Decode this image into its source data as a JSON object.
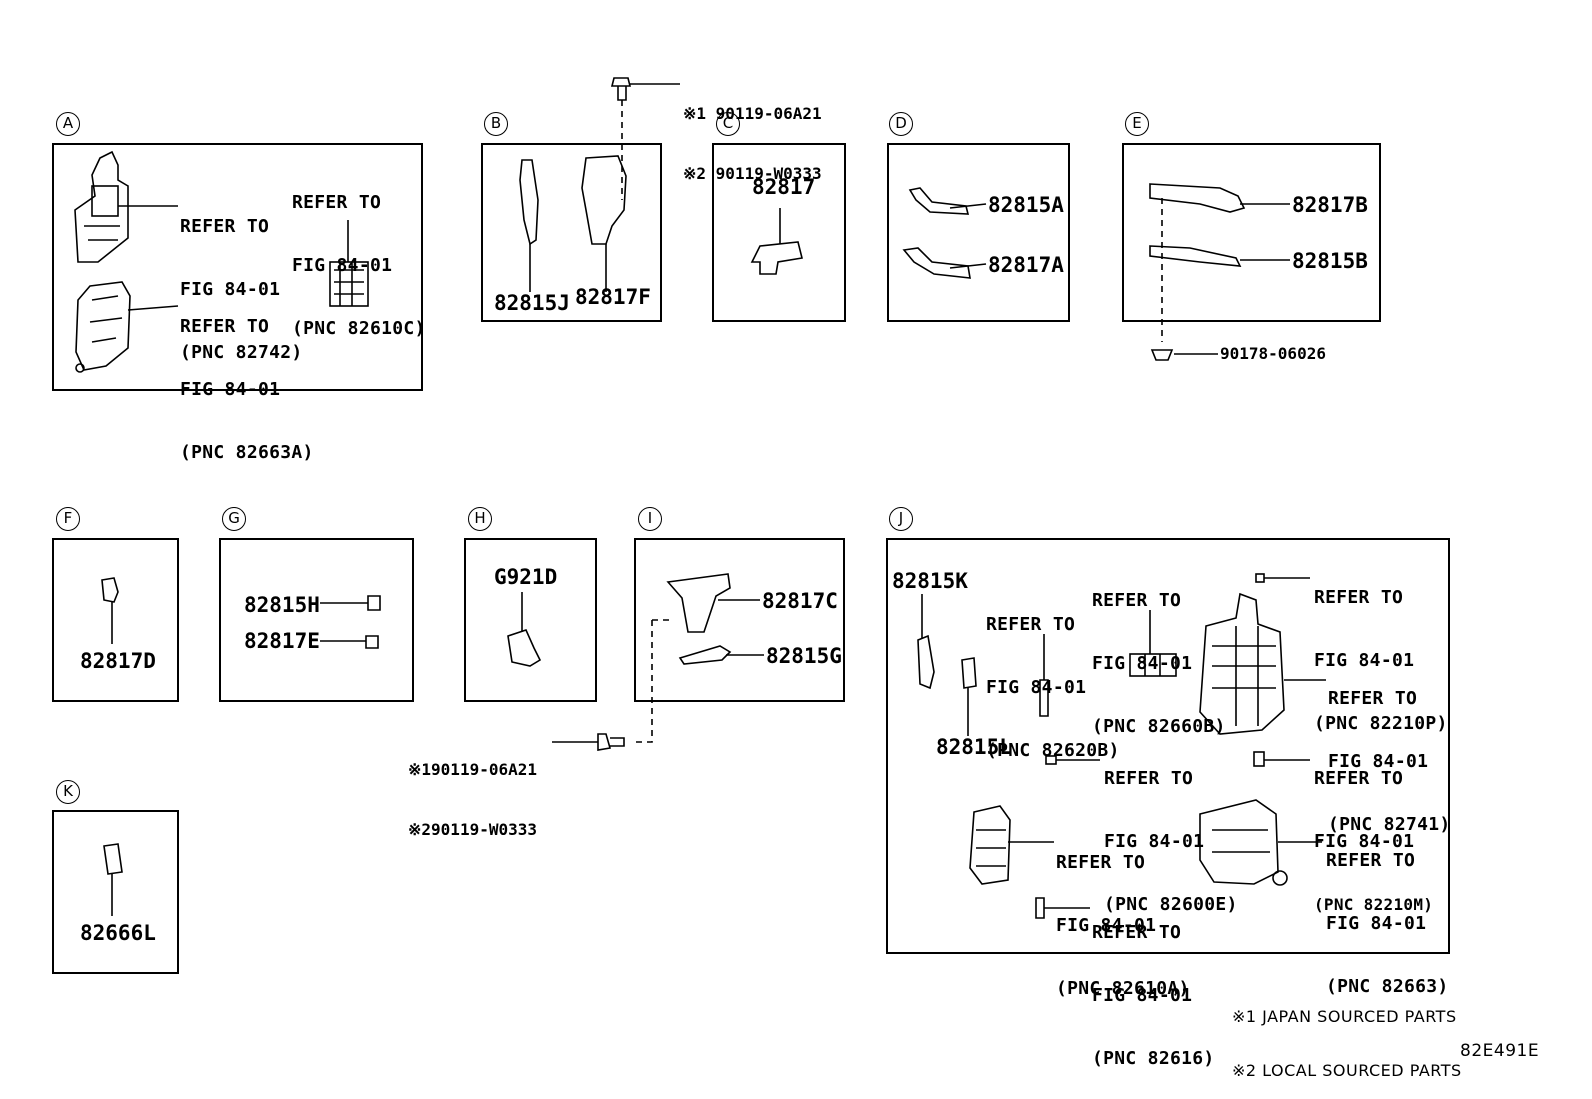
{
  "panels": {
    "A": {
      "letter": "A",
      "refs": [
        {
          "l1": "REFER TO",
          "l2": "FIG 84-01",
          "l3": "(PNC 82742)"
        },
        {
          "l1": "REFER TO",
          "l2": "FIG 84-01",
          "l3": "(PNC 82663A)"
        },
        {
          "l1": "REFER TO",
          "l2": "FIG 84-01",
          "l3": "(PNC 82610C)"
        }
      ]
    },
    "B": {
      "letter": "B",
      "parts": [
        "82815J",
        "82817F"
      ]
    },
    "C": {
      "letter": "C",
      "parts": [
        "82817"
      ]
    },
    "D": {
      "letter": "D",
      "parts": [
        "82815A",
        "82817A"
      ]
    },
    "E": {
      "letter": "E",
      "parts": [
        "82817B",
        "82815B",
        "90178-06026"
      ]
    },
    "F": {
      "letter": "F",
      "parts": [
        "82817D"
      ]
    },
    "G": {
      "letter": "G",
      "parts": [
        "82815H",
        "82817E"
      ]
    },
    "H": {
      "letter": "H",
      "parts": [
        "G921D"
      ]
    },
    "I": {
      "letter": "I",
      "parts": [
        "82817C",
        "82815G"
      ]
    },
    "J": {
      "letter": "J",
      "parts": [
        "82815K",
        "82815L"
      ],
      "refs": [
        {
          "l1": "REFER TO",
          "l2": "FIG 84-01",
          "l3": "(PNC 82620B)"
        },
        {
          "l1": "REFER TO",
          "l2": "FIG 84-01",
          "l3": "(PNC 82660B)"
        },
        {
          "l1": "REFER TO",
          "l2": "FIG 84-01",
          "l3": "(PNC 82210P)"
        },
        {
          "l1": "REFER TO",
          "l2": "FIG 84-01",
          "l3": "(PNC 82741)"
        },
        {
          "l1": "REFER TO",
          "l2": "FIG 84-01",
          "l3": "(PNC 82600E)"
        },
        {
          "l1": "REFER TO",
          "l2": "FIG 84-01",
          "l3": "(PNC 82210M)"
        },
        {
          "l1": "REFER TO",
          "l2": "FIG 84-01",
          "l3": "(PNC 82610A)"
        },
        {
          "l1": "REFER TO",
          "l2": "FIG 84-01",
          "l3": "(PNC 82663)"
        },
        {
          "l1": "REFER TO",
          "l2": "FIG 84-01",
          "l3": "(PNC 82616)"
        }
      ]
    },
    "K": {
      "letter": "K",
      "parts": [
        "82666L"
      ]
    }
  },
  "bolt_top": {
    "l1": "※1 90119-06A21",
    "l2": "※2 90119-W0333"
  },
  "bolt_bottom": {
    "l1": "※190119-06A21",
    "l2": "※290119-W0333"
  },
  "legend": {
    "l1": "※1 JAPAN SOURCED PARTS",
    "l2": "※2 LOCAL SOURCED PARTS"
  },
  "figure_code": "82E491E"
}
